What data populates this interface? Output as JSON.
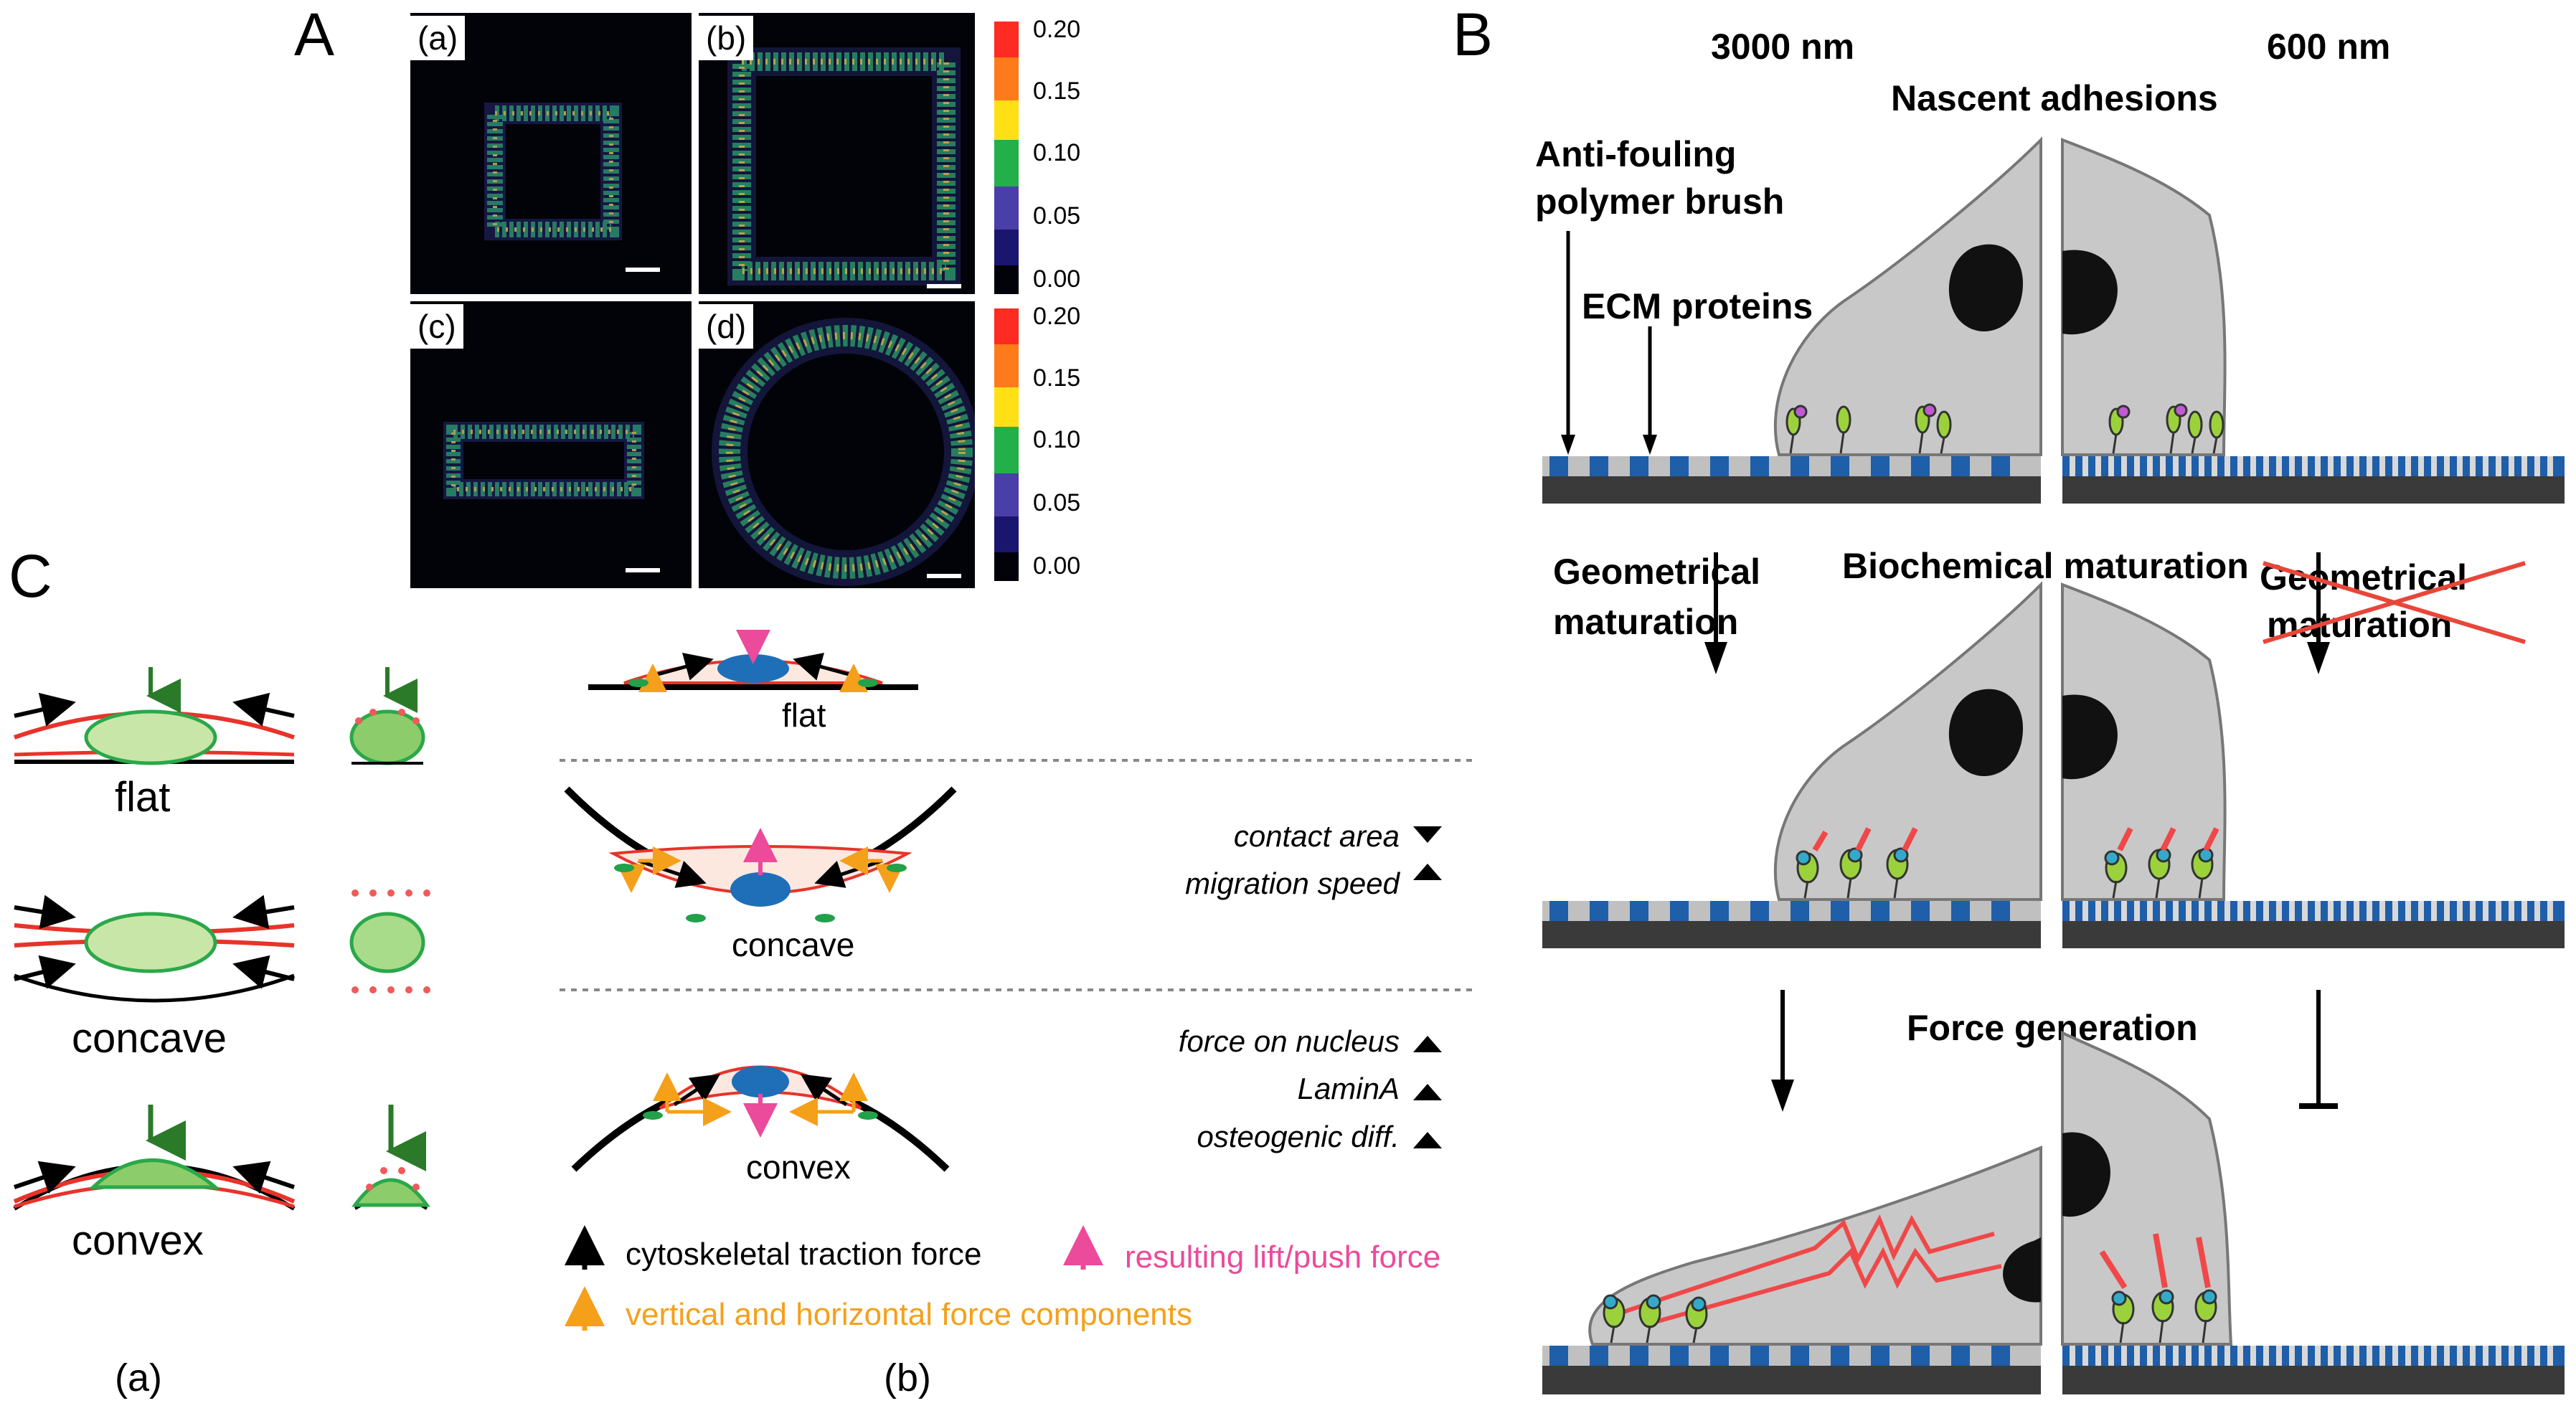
{
  "panel_a": {
    "letter": "A",
    "subpanels": [
      "(a)",
      "(b)",
      "(c)",
      "(d)"
    ],
    "colorbar_ticks": [
      "0.20",
      "0.15",
      "0.10",
      "0.05",
      "0.00"
    ],
    "colorbar_colors": [
      "#ff2020",
      "#ff7a1a",
      "#ffe016",
      "#22b04a",
      "#1d9a3c",
      "#4a3fa8",
      "#1a1670",
      "#02020a"
    ]
  },
  "panel_b": {
    "letter": "B",
    "col_left": "3000 nm",
    "col_right": "600 nm",
    "nascent": "Nascent adhesions",
    "brush_line1": "Anti-fouling",
    "brush_line2": "polymer brush",
    "ecm": "ECM proteins",
    "geo_line1": "Geometrical",
    "geo_line2": "maturation",
    "biochem": "Biochemical maturation",
    "geo_x_line1": "Geometrical",
    "geo_x_line2": "maturation",
    "force_gen": "Force generation"
  },
  "panel_c": {
    "letter": "C",
    "shape_flat": "flat",
    "shape_concave": "concave",
    "shape_convex": "convex",
    "sub_a": "(a)",
    "sub_b": "(b)",
    "effect_contact": "contact area",
    "effect_migration": "migration speed",
    "effect_force": "force on nucleus",
    "effect_lamin": "LaminA",
    "effect_osteo": "osteogenic diff.",
    "legend_black": "cytoskeletal traction force",
    "legend_pink": "resulting lift/push force",
    "legend_orange": "vertical and horizontal force components"
  }
}
